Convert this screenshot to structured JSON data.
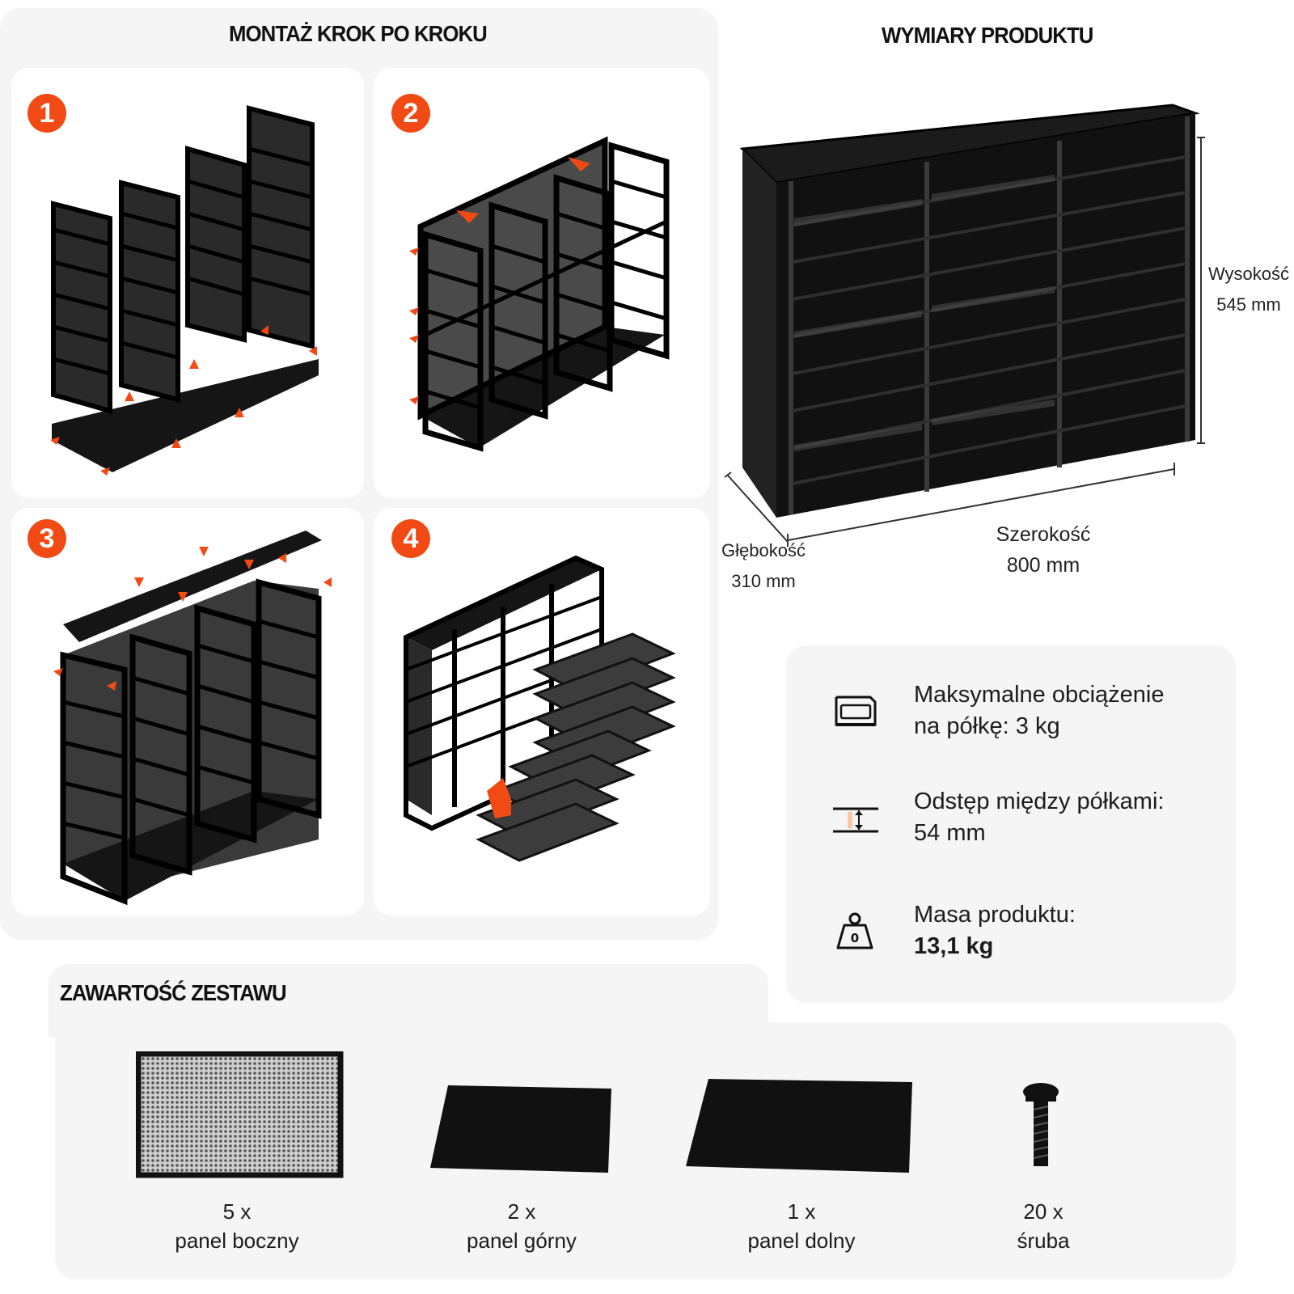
{
  "assembly": {
    "title": "MONTAŻ KROK PO KROKU",
    "steps": [
      {
        "number": "1"
      },
      {
        "number": "2"
      },
      {
        "number": "3"
      },
      {
        "number": "4"
      }
    ]
  },
  "dimensions": {
    "title": "WYMIARY PRODUKTU",
    "height_label": "Wysokość",
    "height_value": "545 mm",
    "width_label": "Szerokość",
    "width_value": "800 mm",
    "depth_label": "Głębokość",
    "depth_value": "310 mm"
  },
  "specs": [
    {
      "icon": "shelf-load-icon",
      "line1": "Maksymalne obciążenie",
      "line2": "na półkę: 3 kg"
    },
    {
      "icon": "shelf-spacing-icon",
      "line1": "Odstęp między półkami:",
      "line2": "54 mm"
    },
    {
      "icon": "weight-icon",
      "line1": "Masa produktu:",
      "line2": "13,1 kg"
    }
  ],
  "kit": {
    "title": "ZAWARTOŚĆ ZESTAWU",
    "items": [
      {
        "qty": "5 x",
        "name": "panel boczny"
      },
      {
        "qty": "2 x",
        "name": "panel górny"
      },
      {
        "qty": "1 x",
        "name": "panel dolny"
      },
      {
        "qty": "20 x",
        "name": "śruba"
      }
    ]
  },
  "colors": {
    "accent": "#f24a14",
    "panel": "#111111",
    "background": "#f5f5f5"
  }
}
